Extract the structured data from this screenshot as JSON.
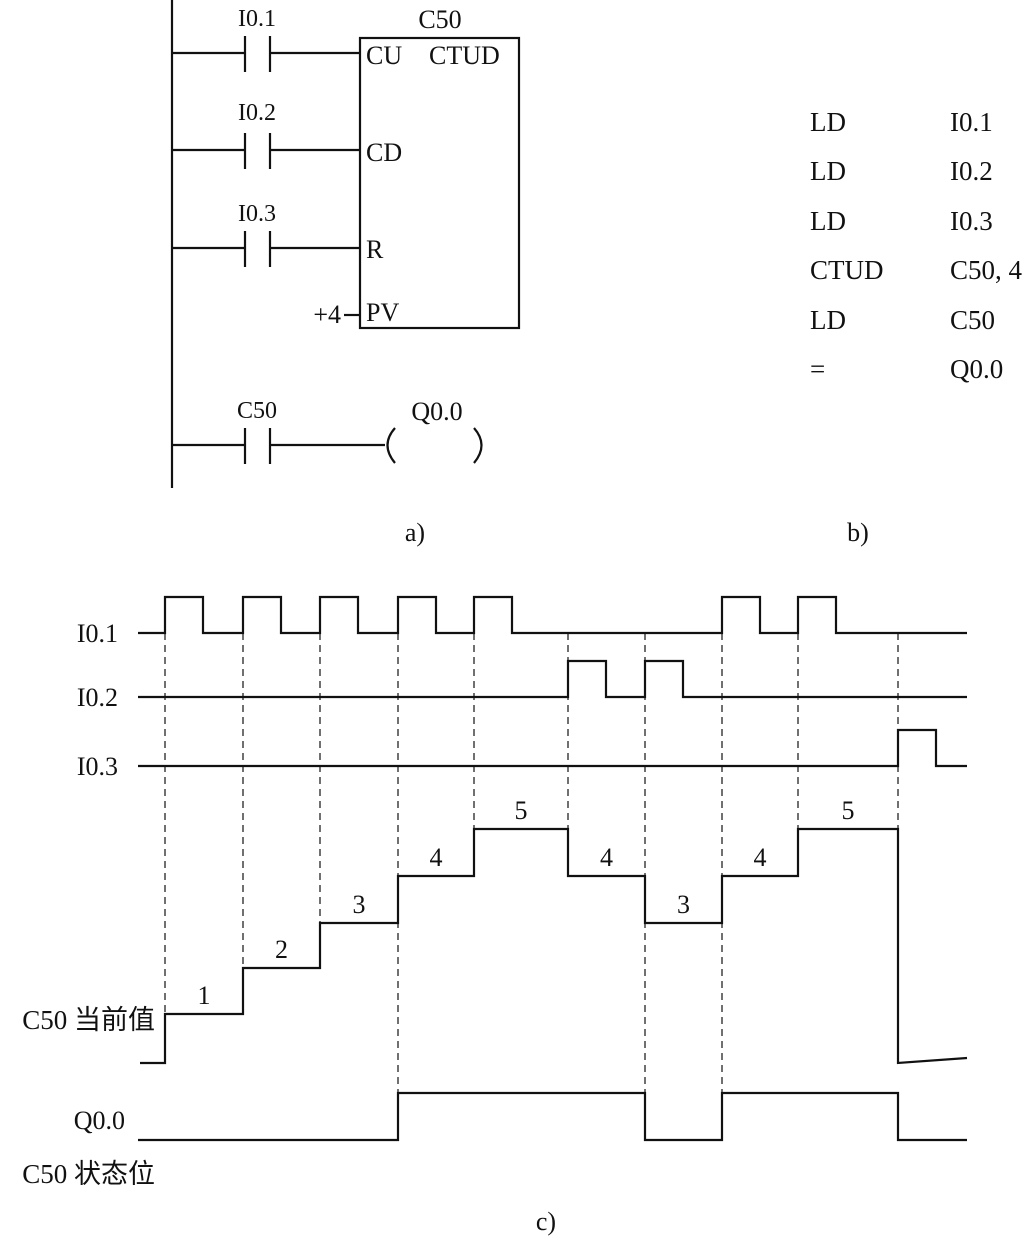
{
  "ladder": {
    "caption": "a)",
    "counter": {
      "name": "C50",
      "type": "CTUD",
      "pin_cu": "CU",
      "pin_cd": "CD",
      "pin_r": "R",
      "pin_pv": "PV",
      "pv_value": "+4"
    },
    "contacts": [
      "I0.1",
      "I0.2",
      "I0.3",
      "C50"
    ],
    "coil": "Q0.0"
  },
  "statement_list": {
    "caption": "b)",
    "rows": [
      {
        "op": "LD",
        "arg": "I0.1"
      },
      {
        "op": "LD",
        "arg": "I0.2"
      },
      {
        "op": "LD",
        "arg": "I0.3"
      },
      {
        "op": "CTUD",
        "arg": "C50, 4"
      },
      {
        "op": "LD",
        "arg": "C50"
      },
      {
        "op": "=",
        "arg": "Q0.0"
      }
    ]
  },
  "timing": {
    "caption": "c)",
    "signals": [
      "I0.1",
      "I0.2",
      "I0.3"
    ],
    "counter_label": "C50 当前值",
    "output_label": "Q0.0",
    "status_label": "C50 状态位",
    "count_values": [
      "1",
      "2",
      "3",
      "4",
      "5",
      "4",
      "3",
      "4",
      "5"
    ],
    "edge_times": [
      1,
      2,
      3,
      4,
      5,
      6,
      7,
      8,
      9,
      10
    ],
    "cu_pulses": [
      1,
      2,
      3,
      4,
      5,
      8,
      9
    ],
    "cd_pulses": [
      6,
      7
    ],
    "r_pulses": [
      10
    ],
    "count_sequence": [
      0,
      1,
      2,
      3,
      4,
      5,
      4,
      3,
      4,
      5,
      0
    ],
    "output_sequence": [
      0,
      0,
      0,
      0,
      1,
      1,
      1,
      0,
      1,
      1,
      0
    ]
  }
}
